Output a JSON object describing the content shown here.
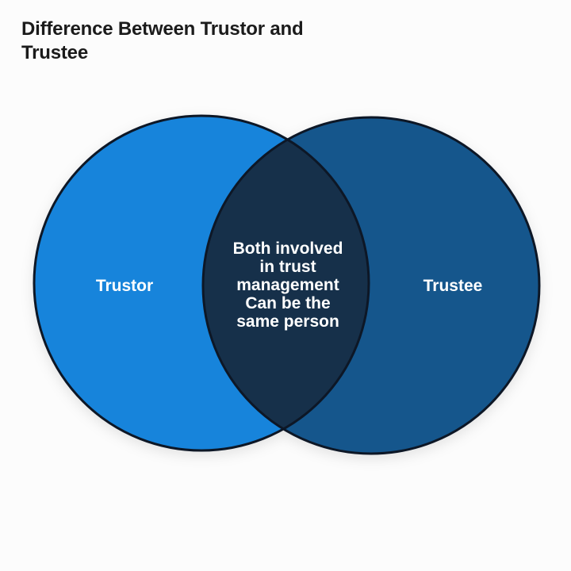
{
  "page": {
    "background_color": "#fcfcfc"
  },
  "title": {
    "line1": "Difference Between Trustor and",
    "line2": "Trustee",
    "color": "#1b1b1b"
  },
  "venn": {
    "left_circle": {
      "label": "Trustor",
      "fill": "#1784db"
    },
    "right_circle": {
      "label": "Trustee",
      "fill": "#15568c"
    },
    "intersection": {
      "fill": "#16304a",
      "lines": [
        "Both involved",
        "in trust",
        "management",
        "Can be the",
        "same person"
      ]
    },
    "outline_color": "#0d1726",
    "label_color": "#ffffff"
  }
}
